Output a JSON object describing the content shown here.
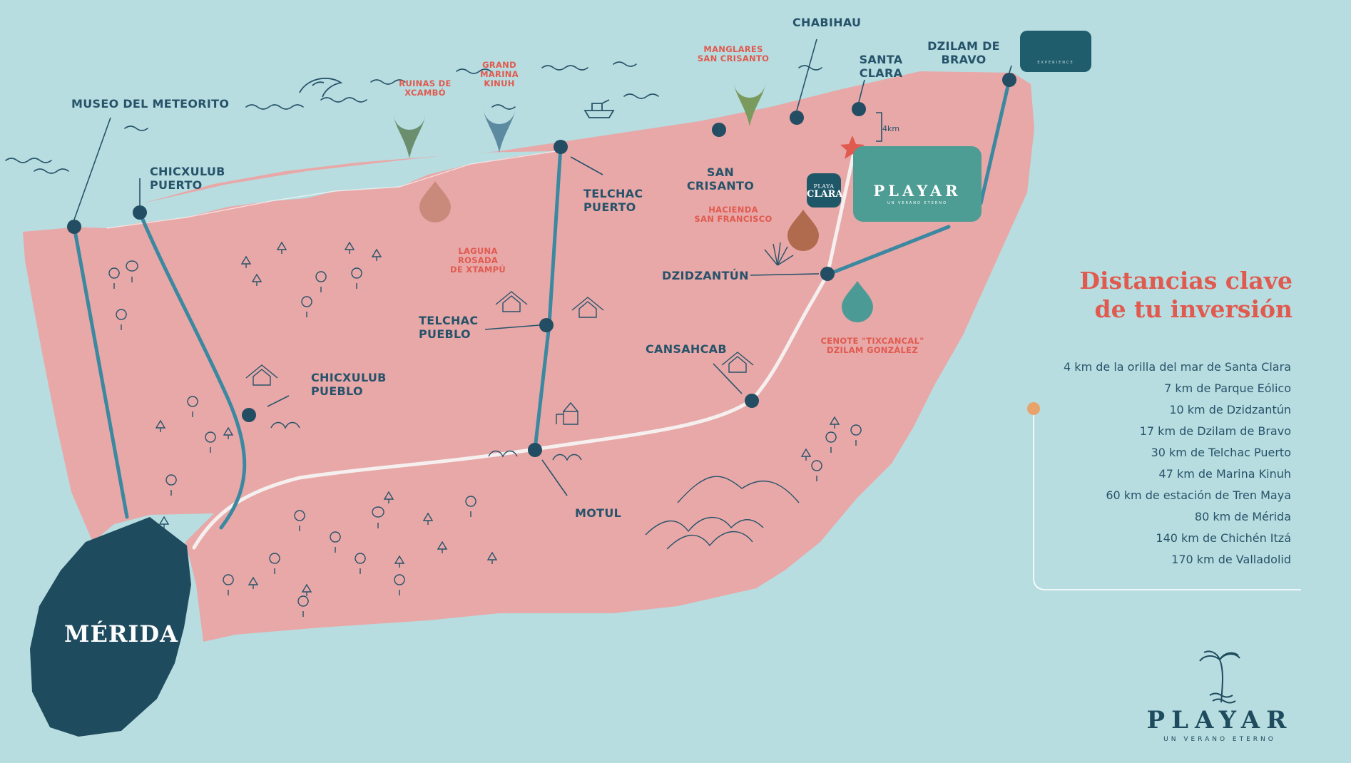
{
  "places": {
    "merida": "MÉRIDA",
    "museo": "MUSEO DEL METEORITO",
    "chicxulub_puerto": [
      "CHICXULUB",
      "PUERTO"
    ],
    "chicxulub_pueblo": [
      "CHICXULUB",
      "PUEBLO"
    ],
    "telchac_puerto": [
      "TELCHAC",
      "PUERTO"
    ],
    "telchac_pueblo": [
      "TELCHAC",
      "PUEBLO"
    ],
    "motul": "MOTUL",
    "cansahcab": "CANSAHCAB",
    "dzidzantun": "DZIDZANTÚN",
    "san_crisanto": [
      "SAN",
      "CRISANTO"
    ],
    "chabihau": "CHABIHAU",
    "santa_clara": [
      "SANTA",
      "CLARA"
    ],
    "dzilam_de_bravo": [
      "DZILAM DE",
      "BRAVO"
    ]
  },
  "attractions": {
    "ruinas": [
      "RUINAS DE",
      "XCAMBÓ"
    ],
    "grand_marina": [
      "GRAND",
      "MARINA",
      "KINUH"
    ],
    "manglares": [
      "MANGLARES",
      "SAN CRISANTO"
    ],
    "laguna": [
      "LAGUNA",
      "ROSADA",
      "DE XTAMPÚ"
    ],
    "hacienda": [
      "HACIENDA",
      "SAN FRANCISCO"
    ],
    "cenote": [
      "CENOTE \"TIXCANCAL\"",
      "DZILAM GONZÁLEZ"
    ]
  },
  "markers": {
    "km_label": "4km",
    "playa_clara": [
      "PLAYA",
      "CLARA"
    ],
    "playar_card_title": "PLAYAR",
    "playar_card_sub": "UN VERANO ETERNO",
    "experience_card": "EXPERIENCE"
  },
  "distances": {
    "title": [
      "Distancias clave",
      "de tu inversión"
    ],
    "items": [
      "4 km de la orilla del mar de Santa Clara",
      "7 km de Parque Eólico",
      "10 km de Dzidzantún",
      "17 km de Dzilam de Bravo",
      "30 km de Telchac Puerto",
      "47 km de Marina Kinuh",
      "60 km de estación de Tren Maya",
      "80 km de Mérida",
      "140 km de Chichén Itzá",
      "170 km de Valladolid"
    ]
  },
  "brand": {
    "name": "PLAYAR",
    "tagline": "UN VERANO ETERNO"
  },
  "colors": {
    "sea": "#b7dde0",
    "land": "#e8a8a8",
    "merida": "#1f4b5e",
    "road": "#3b88a0",
    "node": "#234d62",
    "accent_red": "#e05a4f",
    "card_green": "#4e9d95"
  }
}
